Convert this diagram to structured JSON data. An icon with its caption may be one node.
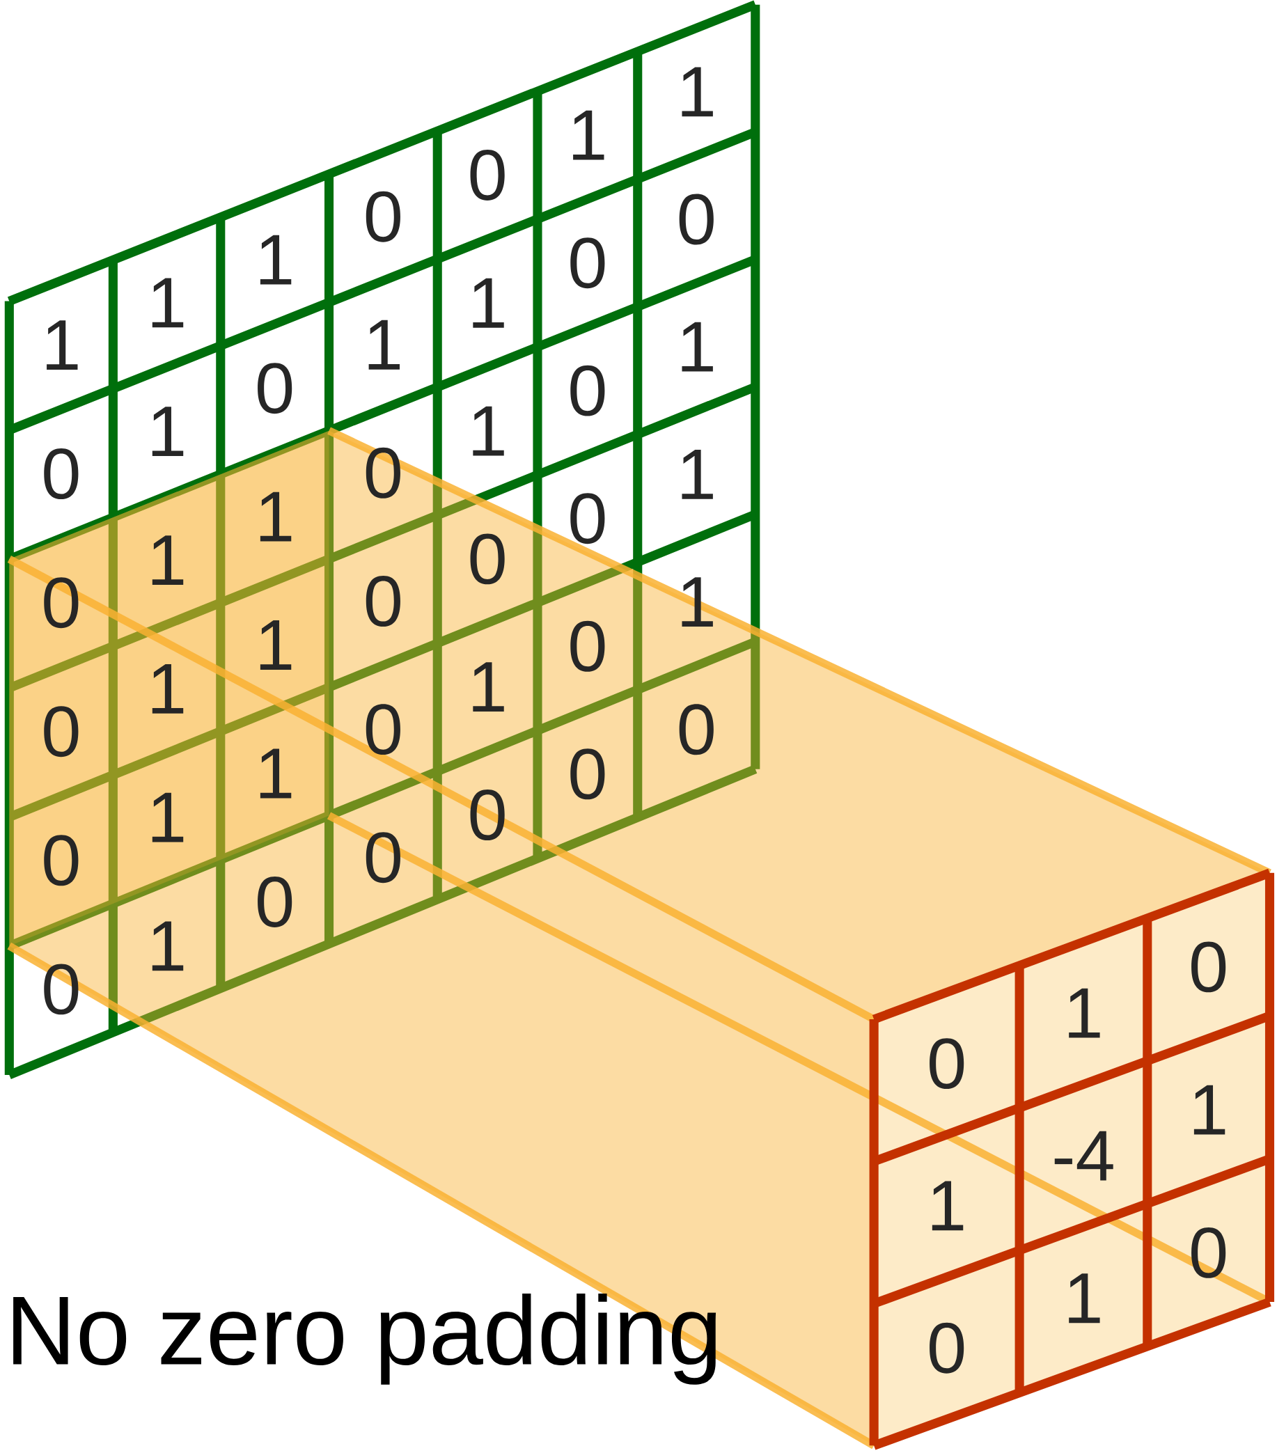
{
  "diagram": {
    "caption": "No zero padding",
    "nodes": [
      {
        "text": [],
        "shape": "box"
      },
      {
        "text": [
          "1"
        ],
        "in": 0
      },
      {
        "text": [
          "1"
        ],
        "in": 0
      },
      {
        "text": [
          "1"
        ],
        "in": 0
      },
      {
        "text": [
          "0"
        ],
        "in": 0
      },
      {
        "text": [
          "0"
        ],
        "in": 0
      },
      {
        "text": [
          "1"
        ],
        "in": 0
      },
      {
        "text": [
          "1"
        ],
        "in": 0
      },
      {
        "text": [
          "0"
        ],
        "in": 0
      },
      {
        "text": [
          "1"
        ],
        "in": 0
      },
      {
        "text": [
          "0"
        ],
        "in": 0
      },
      {
        "text": [
          "1"
        ],
        "in": 0
      },
      {
        "text": [
          "1"
        ],
        "in": 0
      },
      {
        "text": [
          "0"
        ],
        "in": 0
      },
      {
        "text": [
          "0"
        ],
        "in": 0
      },
      {
        "text": [
          "0"
        ],
        "in": 0
      },
      {
        "text": [
          "1"
        ],
        "in": 0
      },
      {
        "text": [
          "1"
        ],
        "in": 0
      },
      {
        "text": [
          "0"
        ],
        "in": 0
      },
      {
        "text": [
          "1"
        ],
        "in": 0
      },
      {
        "text": [
          "0"
        ],
        "in": 0
      },
      {
        "text": [
          "1"
        ],
        "in": 0
      },
      {
        "text": [
          "0"
        ],
        "in": 0
      },
      {
        "text": [
          "1"
        ],
        "in": 0
      },
      {
        "text": [
          "1"
        ],
        "in": 0
      },
      {
        "text": [
          "0"
        ],
        "in": 0
      },
      {
        "text": [
          "0"
        ],
        "in": 0
      },
      {
        "text": [
          "0"
        ],
        "in": 0
      },
      {
        "text": [
          "1"
        ],
        "in": 0
      },
      {
        "text": [
          "0"
        ],
        "in": 0
      },
      {
        "text": [
          "1"
        ],
        "in": 0
      },
      {
        "text": [
          "1"
        ],
        "in": 0
      },
      {
        "text": [
          "0"
        ],
        "in": 0
      },
      {
        "text": [
          "1"
        ],
        "in": 0
      },
      {
        "text": [
          "0"
        ],
        "in": 0
      },
      {
        "text": [
          "1"
        ],
        "in": 0
      },
      {
        "text": [
          "0"
        ],
        "in": 0
      },
      {
        "text": [
          "1"
        ],
        "in": 0
      },
      {
        "text": [
          "0"
        ],
        "in": 0
      },
      {
        "text": [
          "0"
        ],
        "in": 0
      },
      {
        "text": [
          "0"
        ],
        "in": 0
      },
      {
        "text": [
          "0"
        ],
        "in": 0
      },
      {
        "text": [
          "0"
        ],
        "in": 0
      },
      {
        "text": [],
        "shape": "box"
      },
      {
        "text": [
          "0"
        ],
        "in": 43
      },
      {
        "text": [
          "1"
        ],
        "in": 43
      },
      {
        "text": [
          "0"
        ],
        "in": 43
      },
      {
        "text": [
          "1"
        ],
        "in": 43
      },
      {
        "text": [
          "-4"
        ],
        "in": 43
      },
      {
        "text": [
          "1"
        ],
        "in": 43
      },
      {
        "text": [
          "0"
        ],
        "in": 43
      },
      {
        "text": [
          "1"
        ],
        "in": 43
      },
      {
        "text": [
          "0"
        ],
        "in": 43
      }
    ]
  }
}
